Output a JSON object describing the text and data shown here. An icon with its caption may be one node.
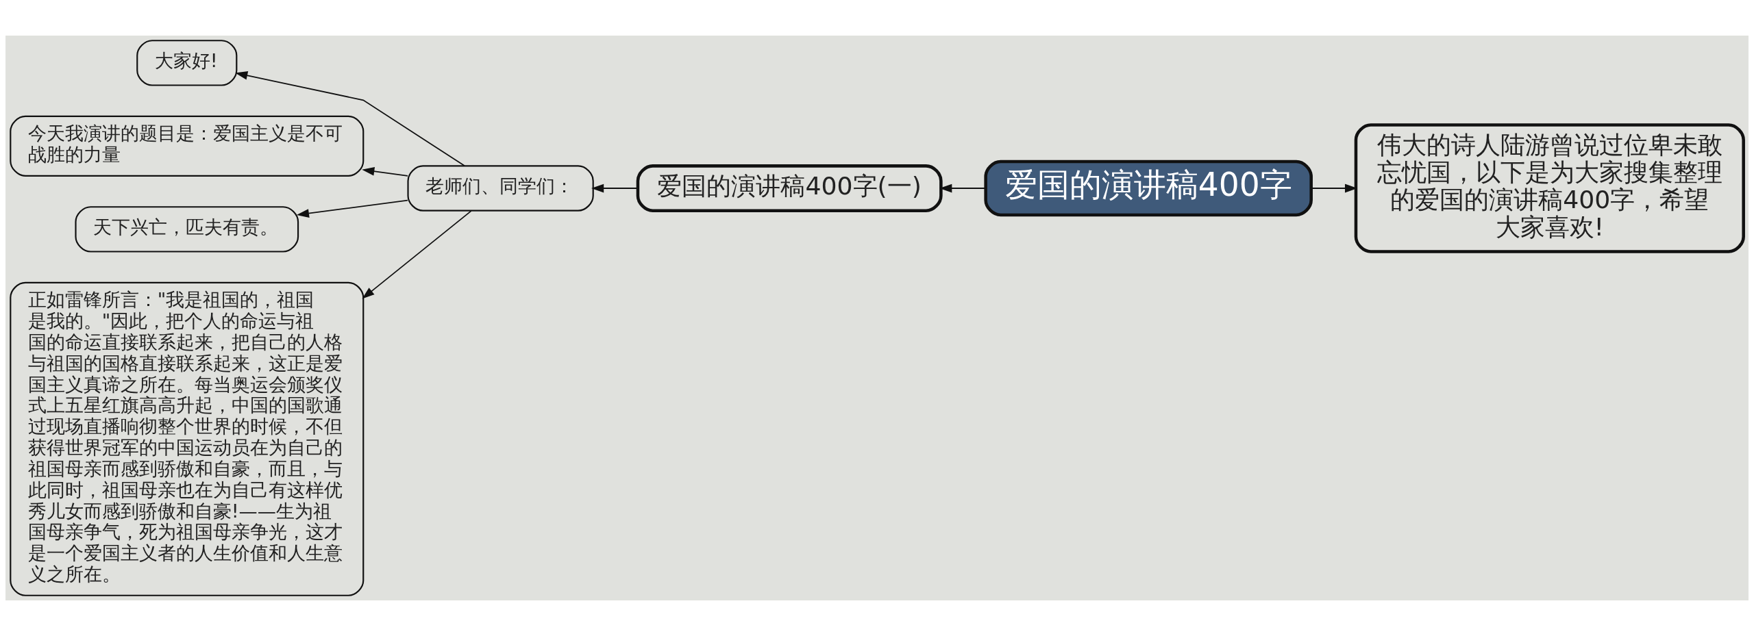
{
  "diagram": {
    "nodes": [
      {
        "text": [
          "爱国的演讲稿400字"
        ]
      },
      {
        "text": [
          "伟大的诗人陆游曾说过位卑未敢忘忧国，以下是为大家搜集整理的爱国的演讲稿400字，希望大家喜欢!"
        ]
      },
      {
        "text": [
          "爱国的演讲稿400字(一)"
        ]
      },
      {
        "text": [
          "老师们、同学们："
        ]
      },
      {
        "text": [
          "大家好!"
        ]
      },
      {
        "text": [
          "今天我演讲的题目是：爱国主义是不可战胜的力量"
        ]
      },
      {
        "text": [
          "天下兴亡，匹夫有责。"
        ]
      },
      {
        "text": [
          "正如雷锋所言：\"我是祖国的，祖国是我的。\"因此，把个人的命运与祖国的命运直接联系起来，把自己的人格与祖国的国格直接联系起来，这正是爱国主义真谛之所在。每当奥运会颁奖仪式上五星红旗高高升起，中国的国歌通过现场直播响彻整个世界的时候，不但获得世界冠军的中国运动员在为自己的祖国母亲而感到骄傲和自豪，而且，与此同时，祖国母亲也在为自己有这样优秀儿女而感到骄傲和自豪!——生为祖国母亲争气，死为祖国母亲争光，这才是一个爱国主义者的人生价值和人生意义之所在。"
        ]
      }
    ],
    "edges": [
      {
        "from": 0,
        "to": 1,
        "arrow": "to"
      },
      {
        "from": 0,
        "to": 2,
        "arrow": "to"
      },
      {
        "from": 2,
        "to": 3,
        "arrow": "to"
      },
      {
        "from": 3,
        "to": 4,
        "arrow": "to"
      },
      {
        "from": 3,
        "to": 5,
        "arrow": "to"
      },
      {
        "from": 3,
        "to": 6,
        "arrow": "to"
      },
      {
        "from": 3,
        "to": 7,
        "arrow": "to"
      }
    ]
  }
}
